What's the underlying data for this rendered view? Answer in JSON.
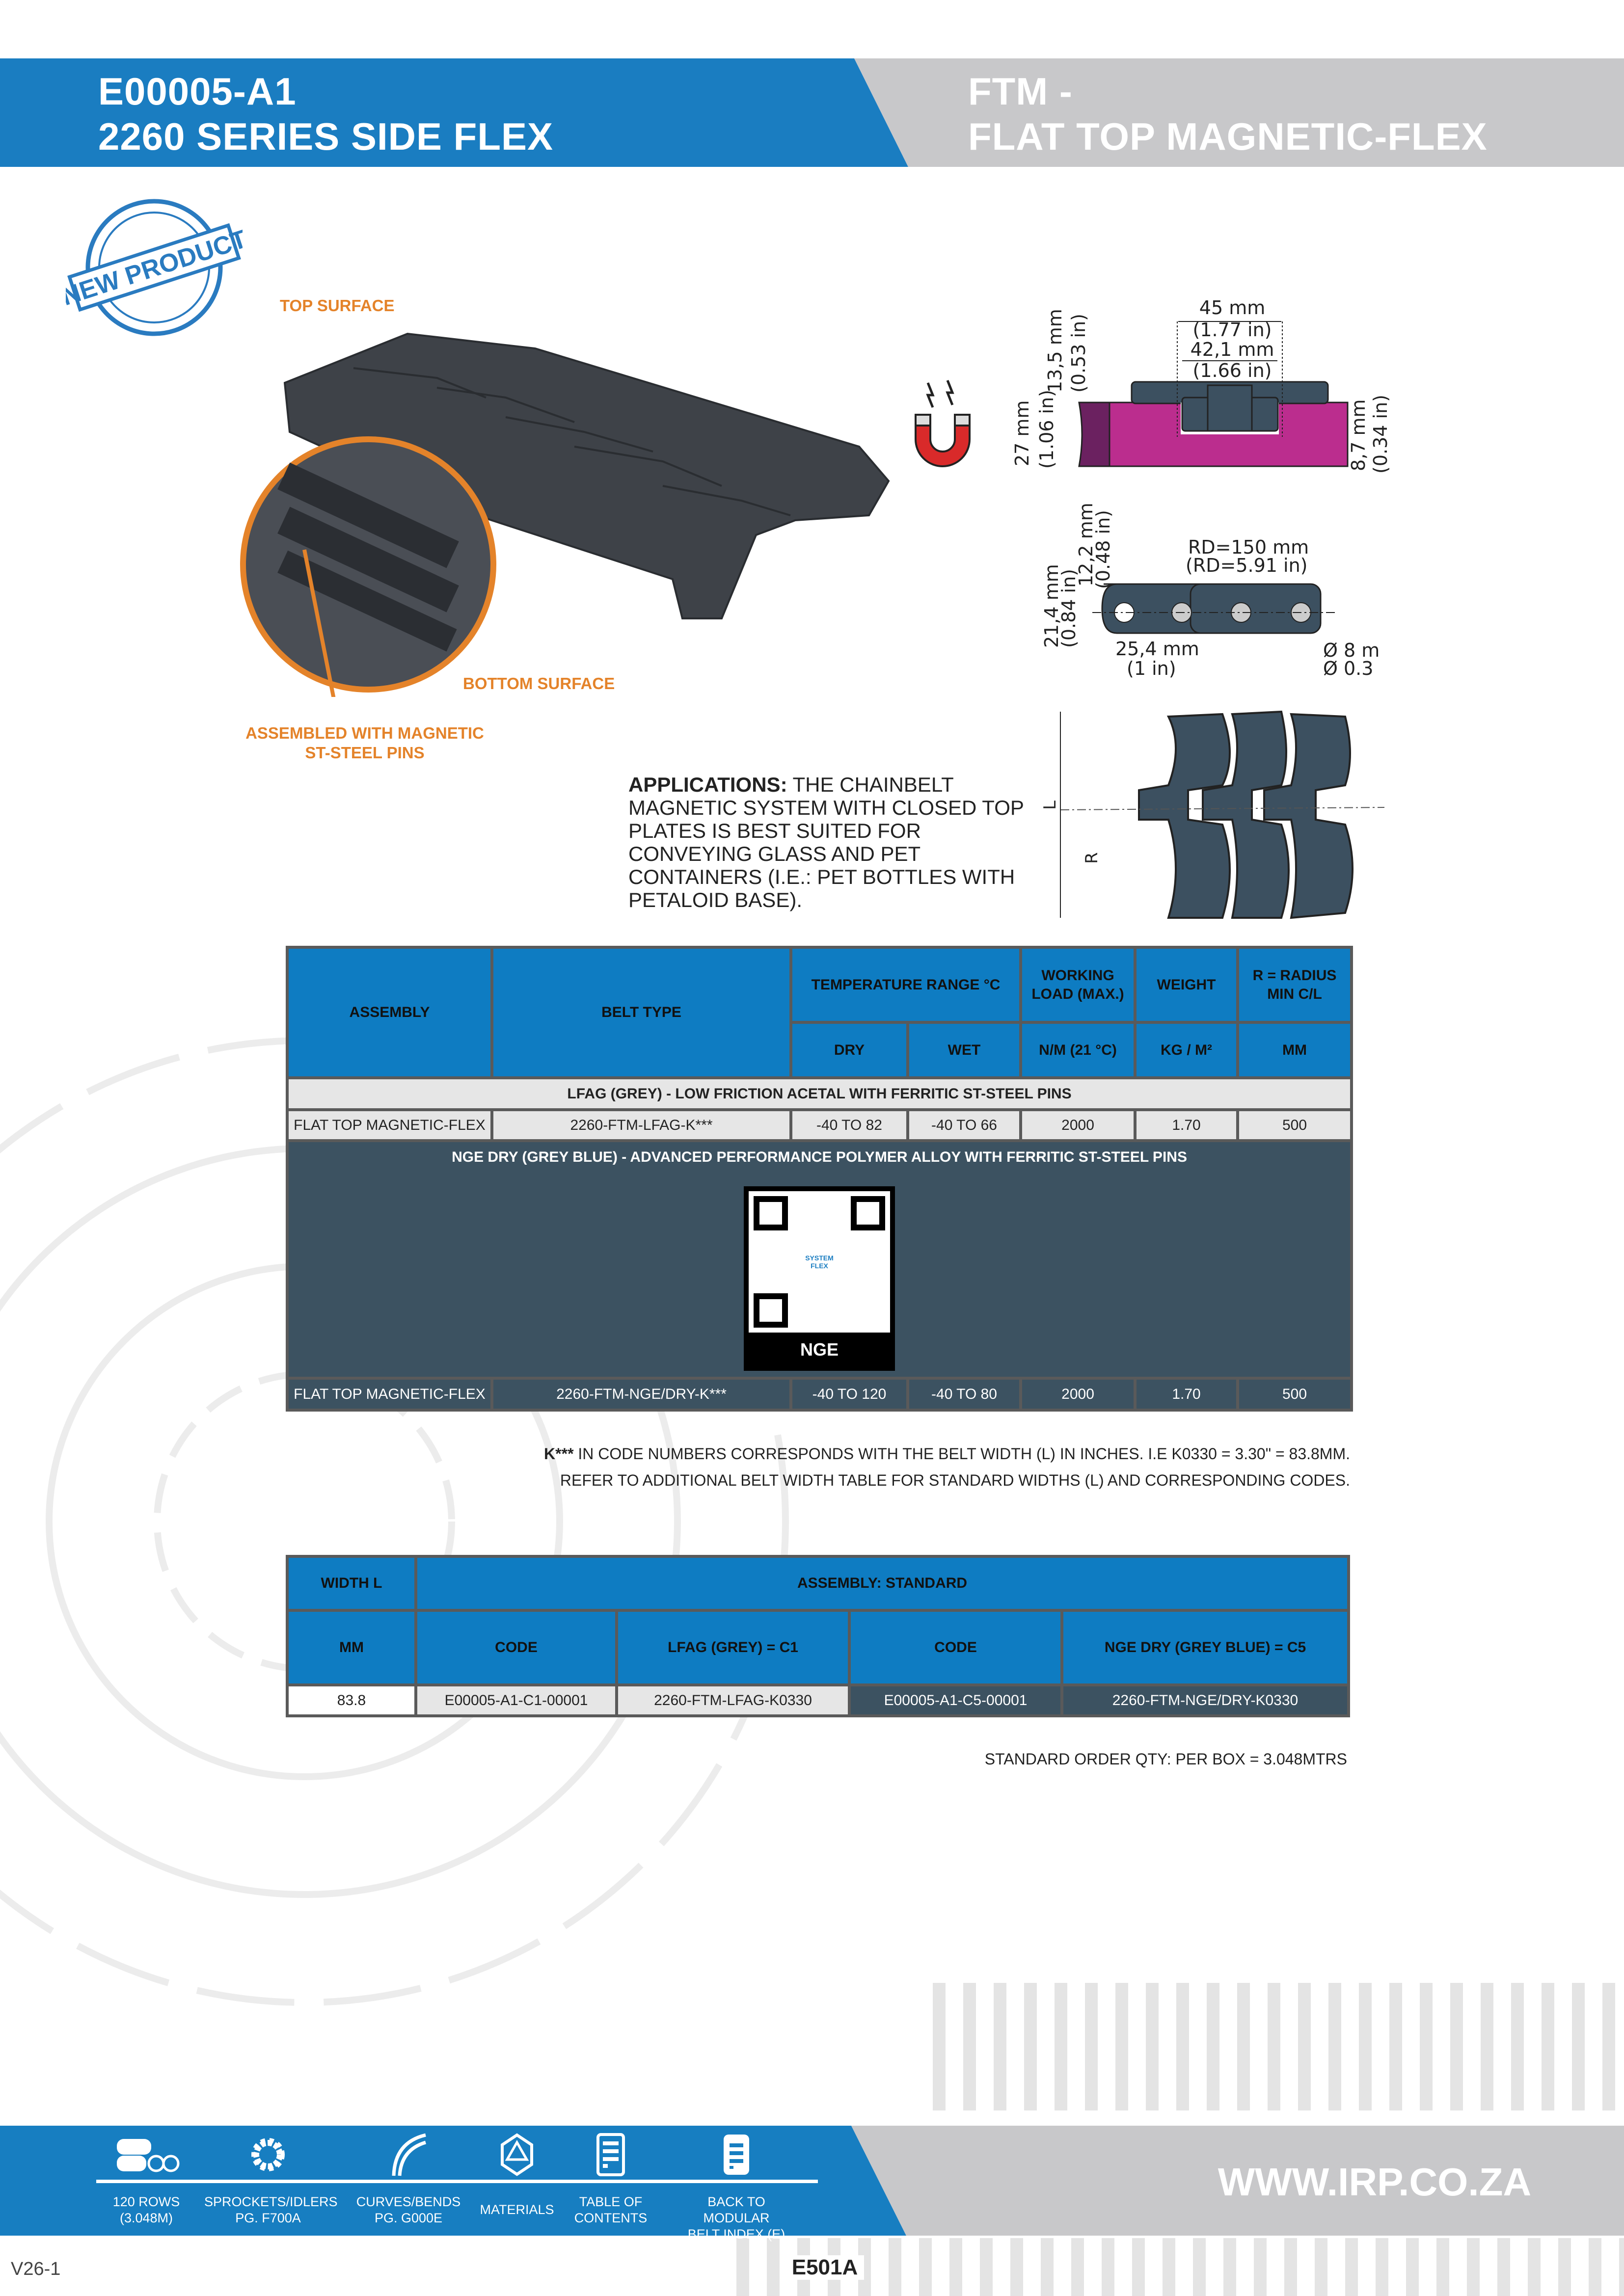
{
  "header": {
    "code": "E00005-A1",
    "series": "2260 SERIES SIDE FLEX",
    "right_line1": "FTM -",
    "right_line2": "FLAT TOP MAGNETIC-FLEX"
  },
  "badge": {
    "text": "NEW PRODUCT"
  },
  "product_image": {
    "top_label": "TOP SURFACE",
    "bottom_label": "BOTTOM SURFACE",
    "pins_label_1": "ASSEMBLED WITH MAGNETIC",
    "pins_label_2": "ST-STEEL PINS"
  },
  "dimensions": {
    "w45": "45 mm",
    "w45_in": "(1.77 in)",
    "w42": "42,1 mm",
    "w42_in": "(1.66 in)",
    "h135": "13,5 mm",
    "h135_in": "(0.53 in)",
    "h27": "27 mm",
    "h27_in": "(1.06 in)",
    "h87": "8,7 mm",
    "h87_in": "(0.34 in)",
    "h122": "12,2 mm",
    "h122_in": "(0.48 in)",
    "h214": "21,4 mm",
    "h214_in": "(0.84 in)",
    "rd": "RD=150 mm",
    "rd_in": "(RD=5.91 in)",
    "pitch": "25,4 mm",
    "pitch_in": "(1 in)",
    "pin": "Ø 8 m",
    "pin_in": "Ø 0.3",
    "L": "L",
    "R": "R"
  },
  "applications": {
    "label": "APPLICATIONS:",
    "text": " THE CHAINBELT MAGNETIC SYSTEM WITH CLOSED TOP PLATES IS BEST SUITED FOR CONVEYING GLASS AND PET CONTAINERS (I.E.: PET BOTTLES WITH PETALOID BASE)."
  },
  "spec_table": {
    "headers": {
      "assembly": "ASSEMBLY",
      "belt_type": "BELT TYPE",
      "temp": "TEMPERATURE RANGE °C",
      "load": "WORKING LOAD (MAX.)",
      "weight": "WEIGHT",
      "radius": "R = RADIUS MIN C/L",
      "dry": "DRY",
      "wet": "WET",
      "load_unit": "N/M (21 °C)",
      "weight_unit": "KG / M²",
      "radius_unit": "MM"
    },
    "lfag_title": "LFAG (GREY) - LOW FRICTION ACETAL WITH FERRITIC ST-STEEL PINS",
    "lfag_row": [
      "FLAT TOP MAGNETIC-FLEX",
      "2260-FTM-LFAG-K***",
      "-40 TO 82",
      "-40 TO 66",
      "2000",
      "1.70",
      "500"
    ],
    "nge_title": "NGE DRY (GREY BLUE) -  ADVANCED PERFORMANCE POLYMER ALLOY WITH FERRITIC ST-STEEL  PINS",
    "qr_label": "NGE",
    "qr_logo": "SYSTEM FLEX",
    "nge_row": [
      "FLAT TOP MAGNETIC-FLEX",
      "2260-FTM-NGE/DRY-K***",
      "-40 TO 120",
      "-40 TO 80",
      "2000",
      "1.70",
      "500"
    ]
  },
  "notes": {
    "line1_bold": "K***",
    "line1": " IN CODE NUMBERS CORRESPONDS WITH THE BELT WIDTH (L) IN INCHES. I.E K0330 = 3.30\" = 83.8MM.",
    "line2": "REFER TO ADDITIONAL BELT WIDTH TABLE FOR STANDARD WIDTHS (L) AND CORRESPONDING CODES."
  },
  "width_table": {
    "width": "WIDTH L",
    "assembly": "ASSEMBLY: STANDARD",
    "mm": "MM",
    "code1": "CODE",
    "lfag": "LFAG (GREY) = C1",
    "code2": "CODE",
    "nge": "NGE DRY (GREY BLUE) = C5",
    "row": [
      "83.8",
      "E00005-A1-C1-00001",
      "2260-FTM-LFAG-K0330",
      "E00005-A1-C5-00001",
      "2260-FTM-NGE/DRY-K0330"
    ]
  },
  "order_qty": "STANDARD ORDER QTY: PER BOX = 3.048MTRS",
  "footer": {
    "links": [
      {
        "l1": "120 ROWS",
        "l2": "(3.048M)",
        "icon": "rolls-icon"
      },
      {
        "l1": "SPROCKETS/IDLERS",
        "l2": "PG. F700A",
        "icon": "gear-icon"
      },
      {
        "l1": "CURVES/BENDS",
        "l2": "PG. G000E",
        "icon": "curve-icon"
      },
      {
        "l1": "MATERIALS",
        "l2": "",
        "icon": "materials-icon"
      },
      {
        "l1": "TABLE OF",
        "l2": "CONTENTS",
        "icon": "document-icon"
      },
      {
        "l1": "BACK TO MODULAR",
        "l2": "BELT INDEX (E)",
        "icon": "document-icon"
      }
    ],
    "website": "WWW.IRP.CO.ZA",
    "version": "V26-1",
    "page": "E501A"
  }
}
